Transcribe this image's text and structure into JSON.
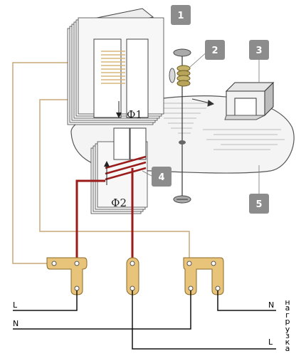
{
  "callouts": [
    {
      "label": "1"
    },
    {
      "label": "2"
    },
    {
      "label": "3"
    },
    {
      "label": "4"
    },
    {
      "label": "5"
    }
  ],
  "flux": {
    "phi1": "Ф1",
    "phi2": "Ф2"
  },
  "terminals": {
    "left_top": "L",
    "left_mid": "N",
    "right_top": "N",
    "right_bottom": "L"
  },
  "load_letters": [
    "н",
    "а",
    "г",
    "р",
    "у",
    "з",
    "к",
    "а"
  ],
  "colors": {
    "badge": "#8c8c8c",
    "coil_wire": "#9b1b1b",
    "thin_wire": "#c8a878",
    "clamp": "#e8c47a",
    "disk_outline": "#555555"
  }
}
